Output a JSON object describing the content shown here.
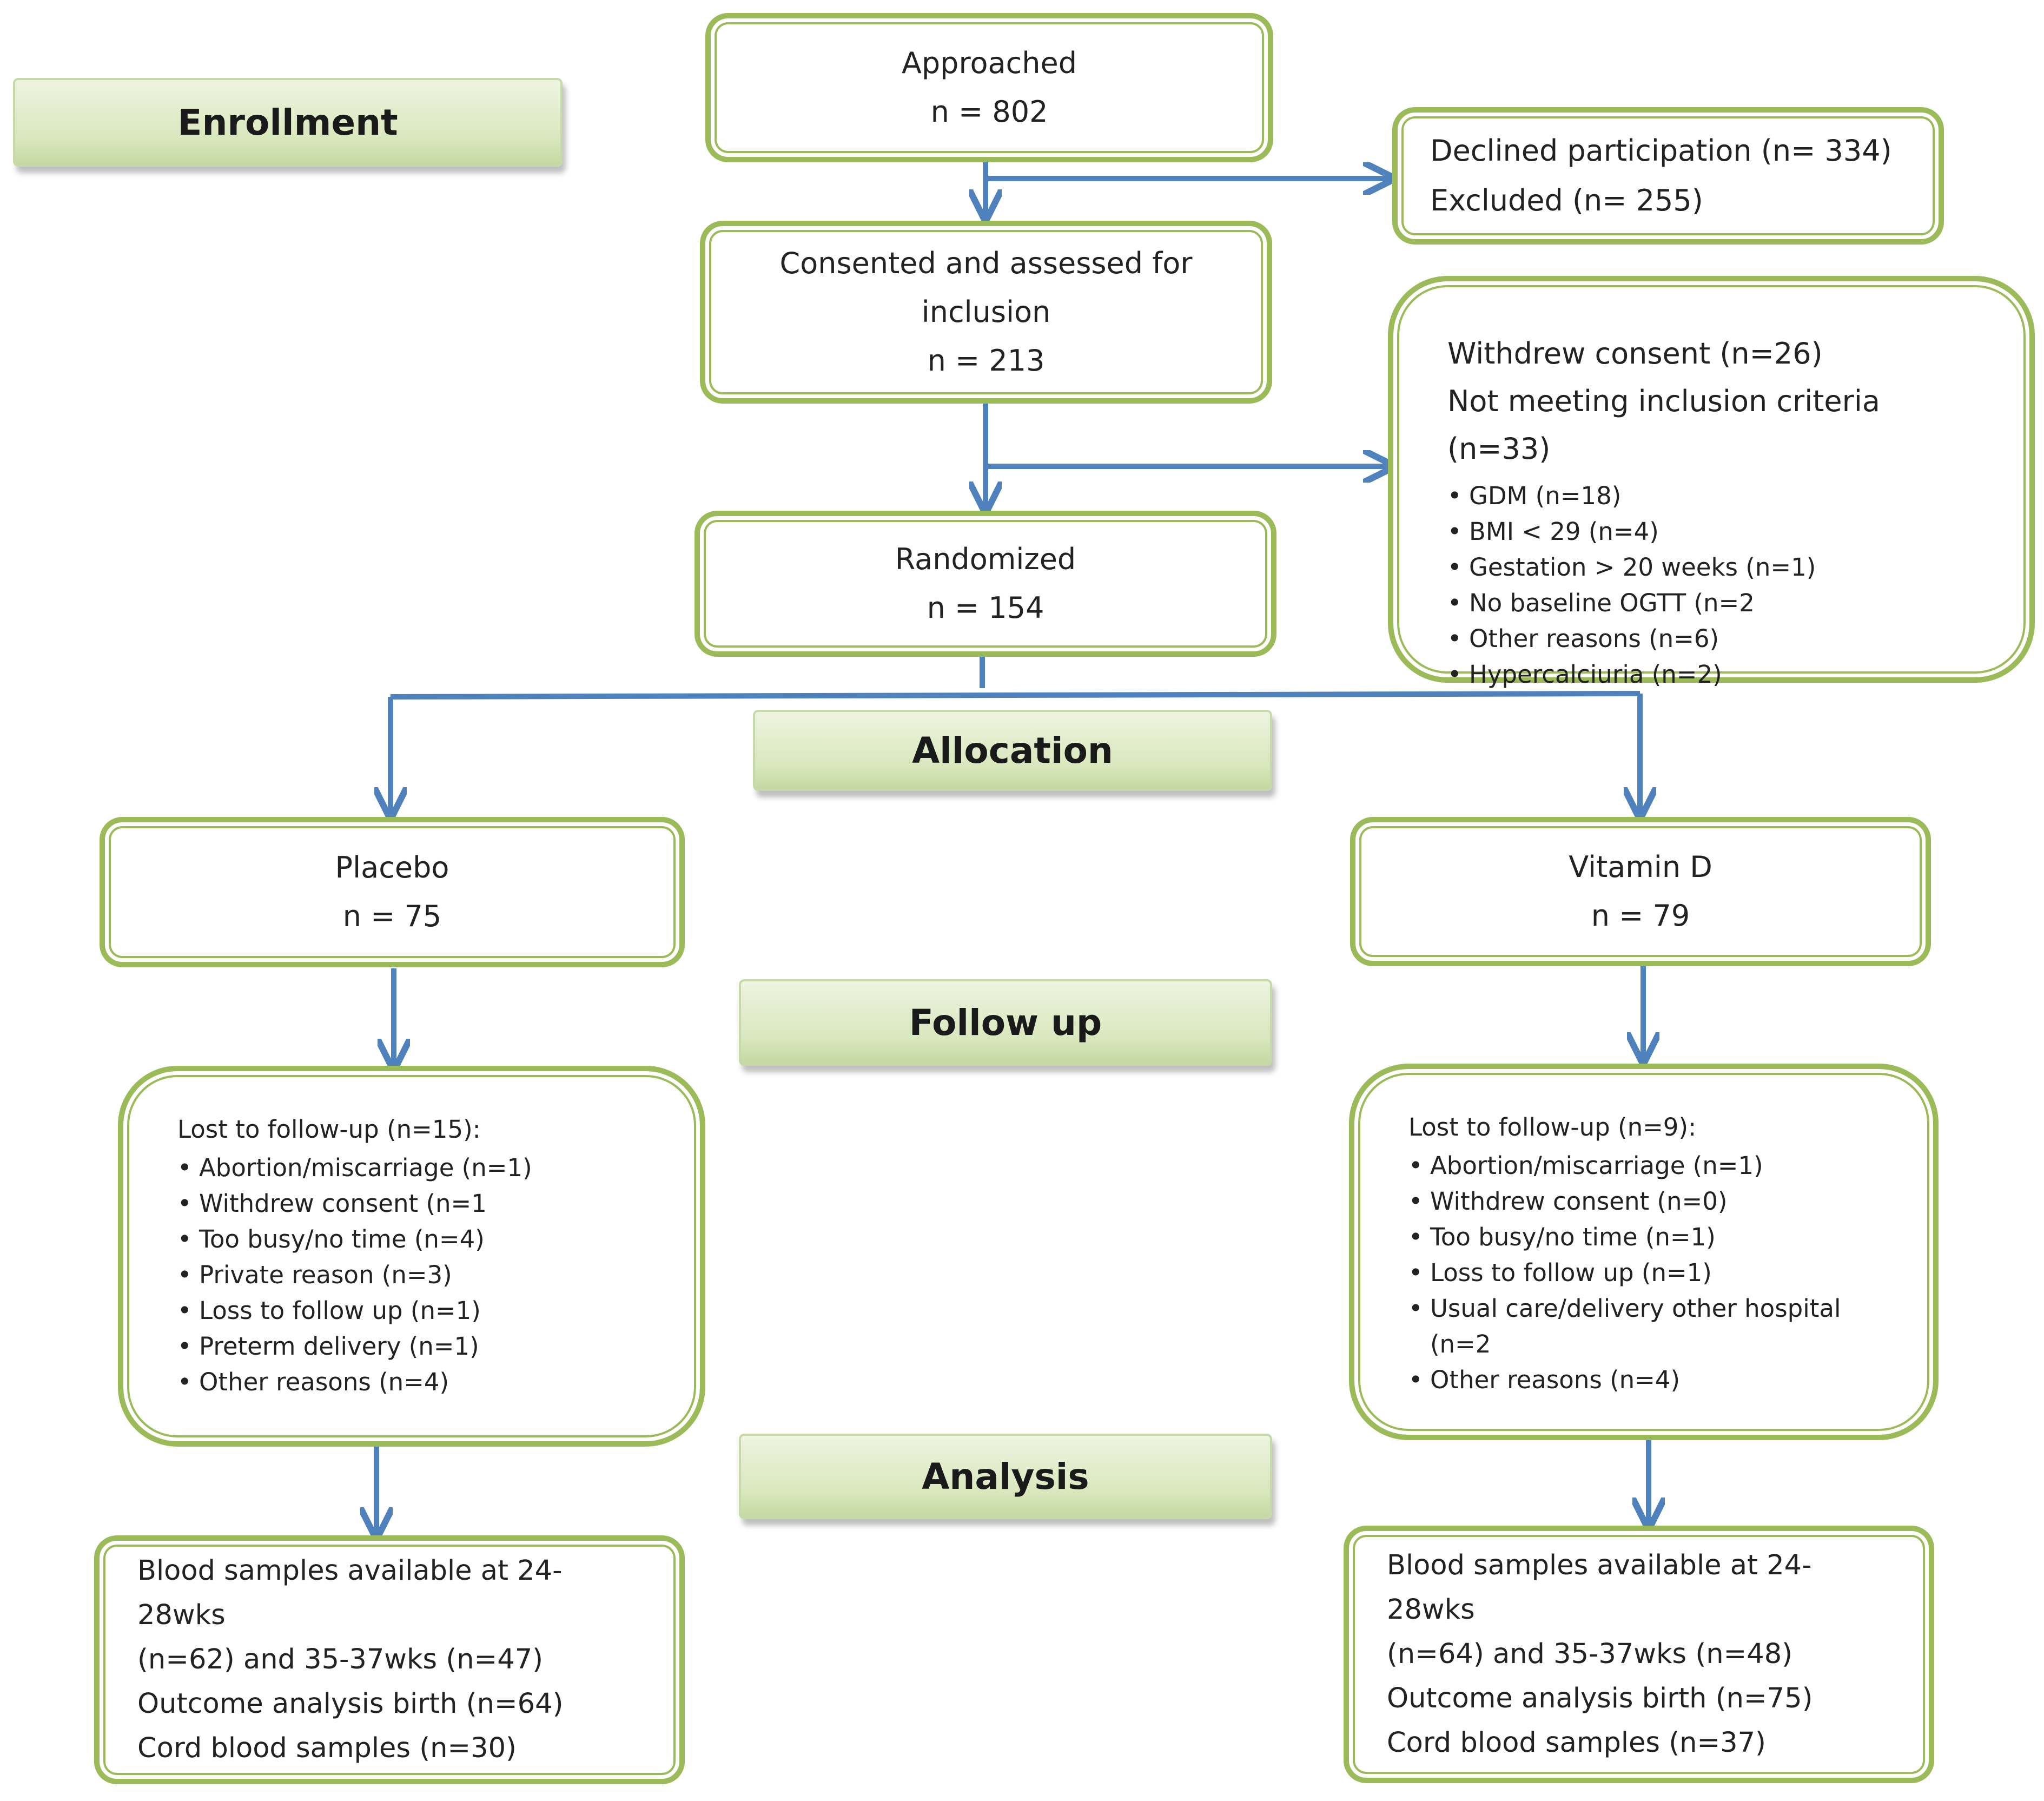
{
  "stages": {
    "enrollment": "Enrollment",
    "allocation": "Allocation",
    "follow_up": "Follow up",
    "analysis": "Analysis"
  },
  "approached": {
    "title": "Approached",
    "n": "n = 802"
  },
  "declined": {
    "line1": "Declined participation (n= 334)",
    "line2": "Excluded (n= 255)"
  },
  "consented": {
    "line1": "Consented and assessed for",
    "line2": "inclusion",
    "n": "n = 213"
  },
  "withdrew": {
    "line1": "Withdrew consent (n=26)",
    "line2": "Not meeting inclusion criteria (n=33)",
    "items": [
      "GDM (n=18)",
      "BMI < 29 (n=4)",
      "Gestation > 20 weeks (n=1)",
      "No baseline OGTT (n=2",
      "Other reasons (n=6)",
      "Hypercalciuria (n=2)"
    ]
  },
  "randomized": {
    "title": "Randomized",
    "n": "n = 154"
  },
  "placebo": {
    "title": "Placebo",
    "n": "n = 75"
  },
  "vitamin_d": {
    "title": "Vitamin D",
    "n": "n = 79"
  },
  "placebo_lost": {
    "heading": "Lost to follow-up (n=15):",
    "items": [
      "Abortion/miscarriage (n=1)",
      "Withdrew consent (n=1",
      "Too busy/no time (n=4)",
      "Private reason (n=3)",
      "Loss to follow up (n=1)",
      "Preterm delivery (n=1)",
      "Other reasons (n=4)"
    ]
  },
  "vitd_lost": {
    "heading": "Lost to follow-up (n=9):",
    "items": [
      "Abortion/miscarriage (n=1)",
      "Withdrew consent (n=0)",
      "Too busy/no time (n=1)",
      "Loss to follow up (n=1)",
      "Usual care/delivery other hospital (n=2",
      "Other reasons (n=4)"
    ]
  },
  "placebo_analysis": {
    "lines": [
      "Blood samples available at 24-28wks",
      "(n=62) and 35-37wks (n=47)",
      "Outcome analysis birth (n=64)",
      "Cord blood samples (n=30)"
    ]
  },
  "vitd_analysis": {
    "lines": [
      "Blood samples available at 24-28wks",
      "(n=64) and 35-37wks (n=48)",
      "Outcome analysis birth (n=75)",
      "Cord blood samples (n=37)"
    ]
  },
  "colors": {
    "box_border": "#9bbb59",
    "arrow": "#4f81bd",
    "label_fill": "#d9e7bd"
  }
}
